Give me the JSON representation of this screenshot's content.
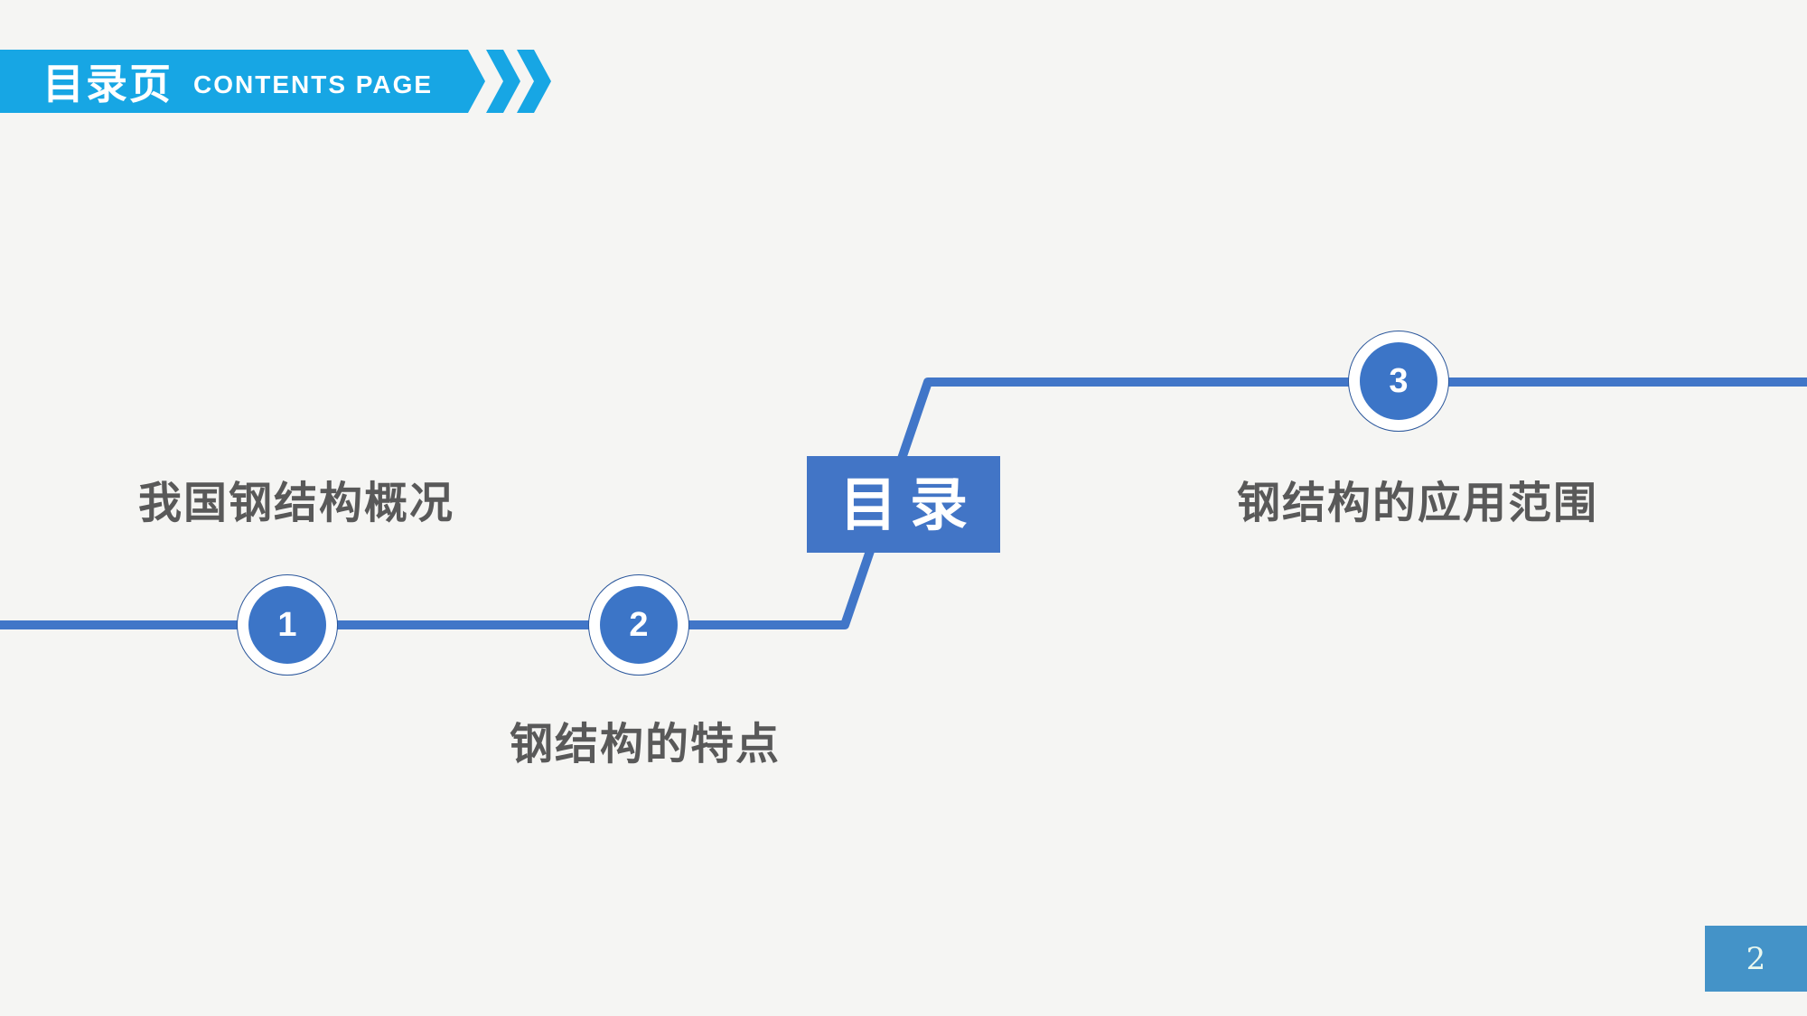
{
  "slide": {
    "background_color": "#f5f5f3",
    "page_number": "2"
  },
  "header": {
    "title_cn": "目录页",
    "title_en": "CONTENTS PAGE",
    "banner_color": "#17a6e4"
  },
  "toc": {
    "center_label": "目录",
    "items": [
      {
        "number": "1",
        "label": "我国钢结构概况"
      },
      {
        "number": "2",
        "label": "钢结构的特点"
      },
      {
        "number": "3",
        "label": "钢结构的应用范围"
      }
    ]
  },
  "colors": {
    "timeline_line": "#4176c8",
    "circle_fill": "#3c75c7",
    "circle_outline": "#2a569b",
    "center_box": "#4275c6",
    "label_text": "#595959",
    "page_box": "#4493c8",
    "page_text": "#eaf8ef"
  }
}
